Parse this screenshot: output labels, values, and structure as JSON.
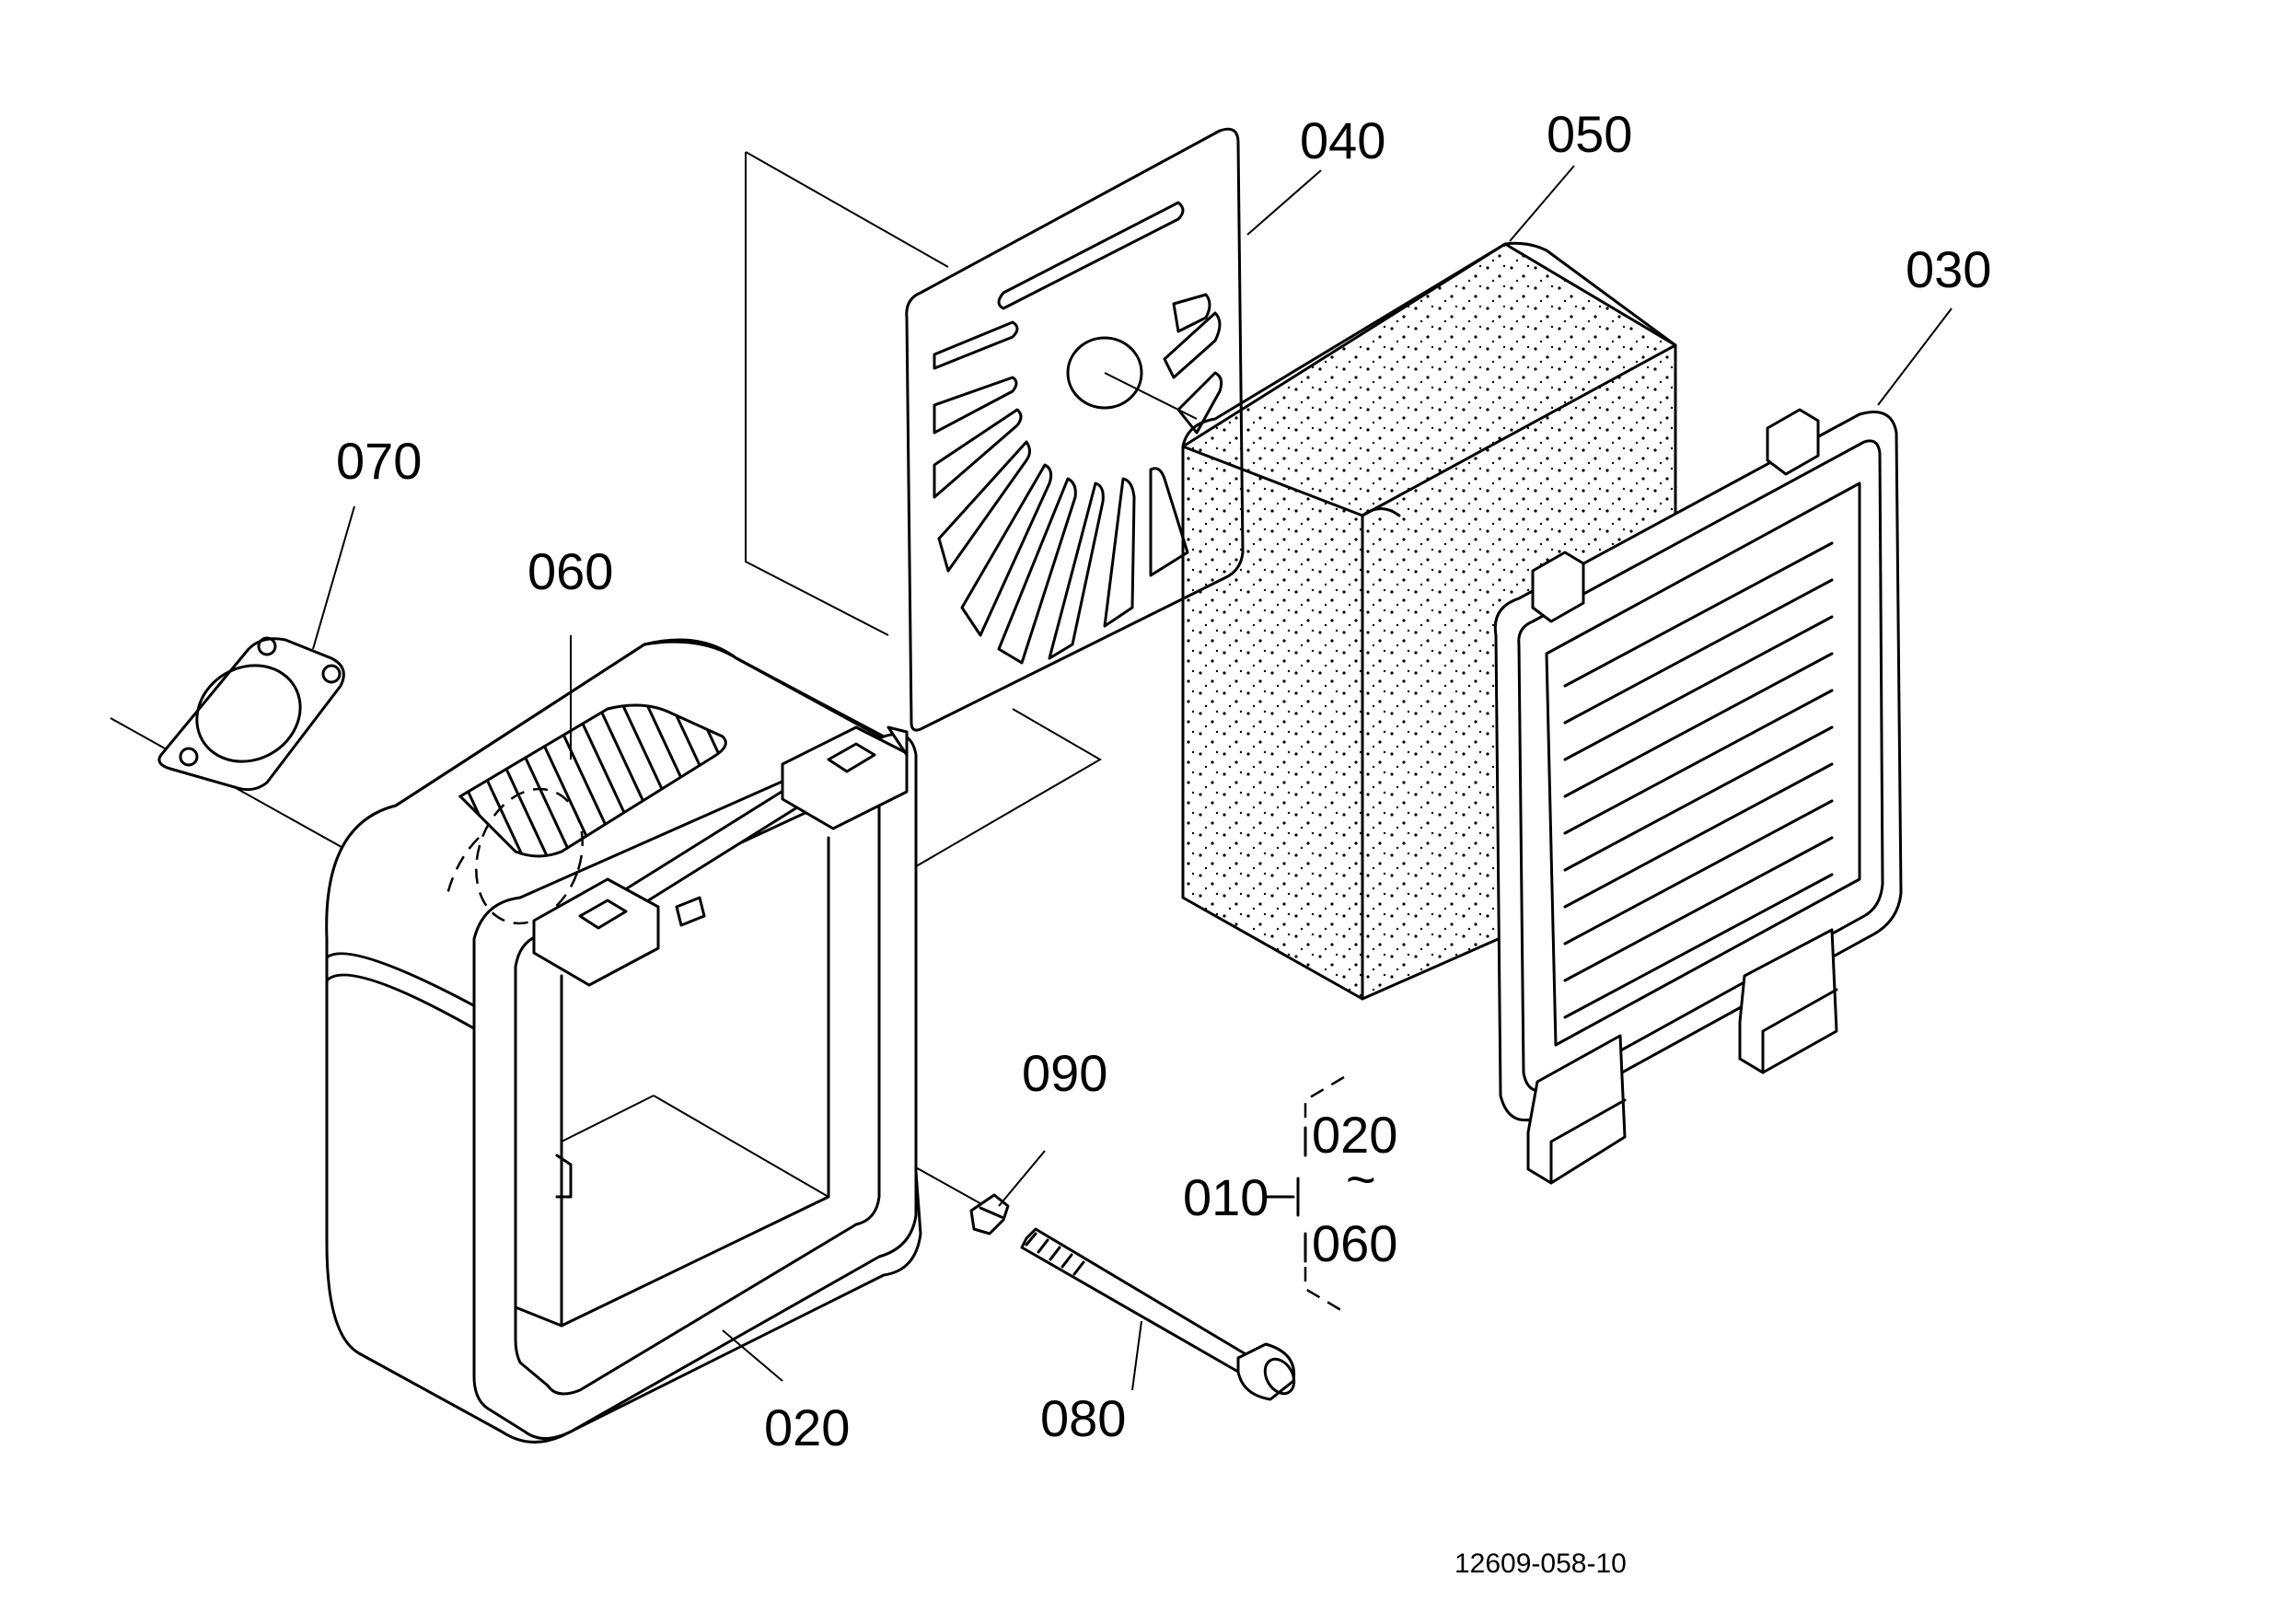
{
  "labels": {
    "p010": "010",
    "p020": "020",
    "p030": "030",
    "p040": "040",
    "p050": "050",
    "p060": "060",
    "p070": "070",
    "p080": "080",
    "p090": "090"
  },
  "assembly_bracket": {
    "top": "020",
    "mid": "~",
    "bottom": "060"
  },
  "drawing_number": "12609-058-10"
}
